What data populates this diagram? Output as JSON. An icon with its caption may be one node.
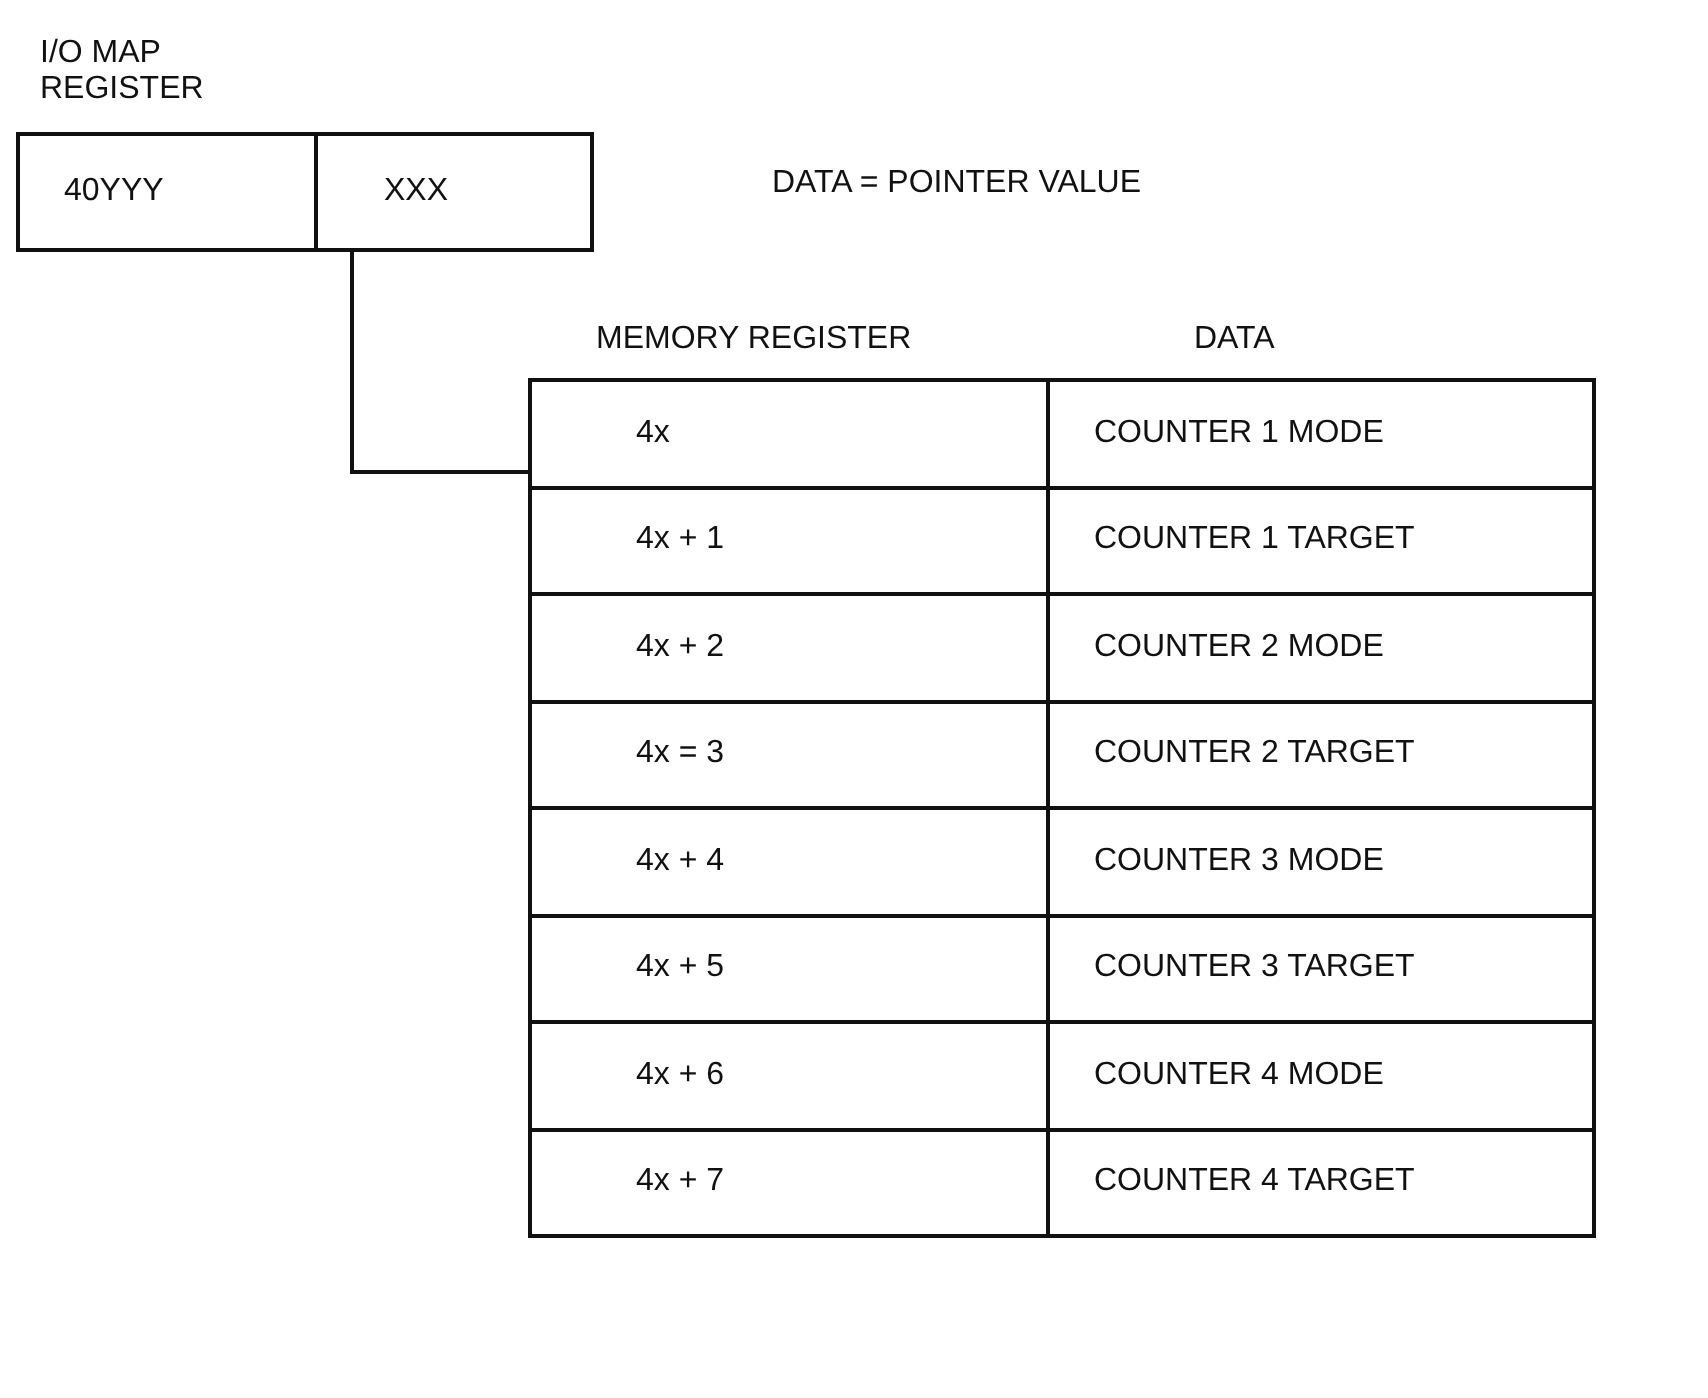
{
  "diagram": {
    "nodes": [
      {
        "text": [
          "40YYY"
        ]
      },
      {
        "text": [
          "XXX"
        ]
      },
      {
        "text": [
          "4x"
        ]
      },
      {
        "text": [
          "COUNTER 1 MODE"
        ]
      },
      {
        "text": [
          "4x + 1"
        ]
      },
      {
        "text": [
          "COUNTER 1 TARGET"
        ]
      },
      {
        "text": [
          "4x + 2"
        ]
      },
      {
        "text": [
          "COUNTER 2 MODE"
        ]
      },
      {
        "text": [
          "4x = 3"
        ]
      },
      {
        "text": [
          "COUNTER 2 TARGET"
        ]
      },
      {
        "text": [
          "4x + 4"
        ]
      },
      {
        "text": [
          "COUNTER 3 MODE"
        ]
      },
      {
        "text": [
          "4x + 5"
        ]
      },
      {
        "text": [
          "COUNTER 3 TARGET"
        ]
      },
      {
        "text": [
          "4x + 6"
        ]
      },
      {
        "text": [
          "COUNTER 4 MODE"
        ]
      },
      {
        "text": [
          "4x + 7"
        ]
      },
      {
        "text": [
          "COUNTER 4 TARGET"
        ]
      }
    ],
    "edges": [
      {
        "from": 1,
        "to": 2,
        "arrow": "none"
      }
    ],
    "labels": [
      "I/O MAP REGISTER",
      "DATA = POINTER VALUE",
      "MEMORY REGISTER",
      "DATA"
    ]
  }
}
